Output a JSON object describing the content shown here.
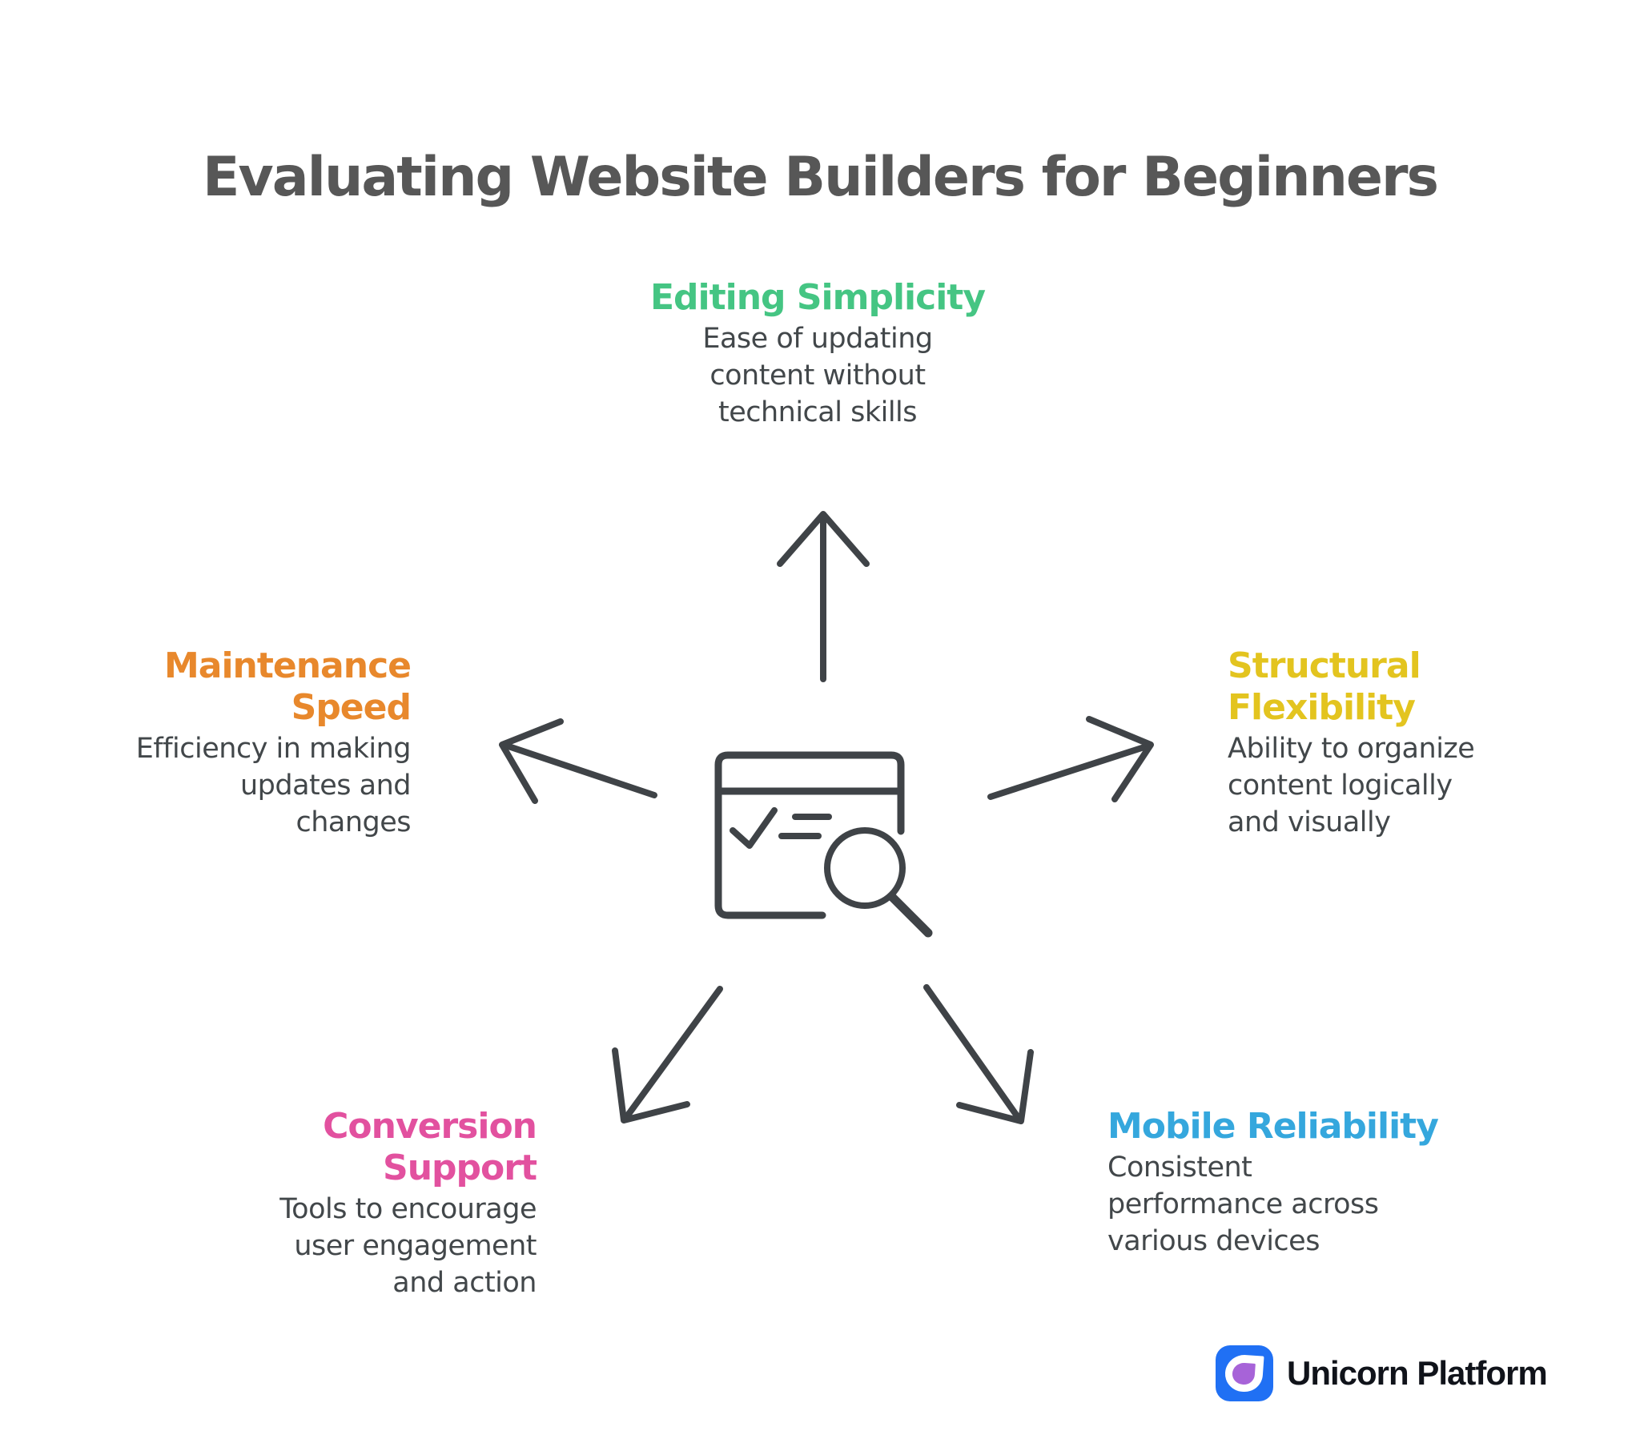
{
  "title": "Evaluating Website Builders for Beginners",
  "nodes": {
    "editing": {
      "label": "Editing Simplicity",
      "description": "Ease of updating\ncontent without\ntechnical skills",
      "color": "#45c583",
      "position": "top"
    },
    "maintenance": {
      "label": "Maintenance\nSpeed",
      "description": "Efficiency in making\nupdates and\nchanges",
      "color": "#e8882c",
      "position": "left"
    },
    "structural": {
      "label": "Structural\nFlexibility",
      "description": "Ability to organize\ncontent logically\nand visually",
      "color": "#e3c41f",
      "position": "right"
    },
    "conversion": {
      "label": "Conversion\nSupport",
      "description": "Tools to encourage\nuser engagement\nand action",
      "color": "#e2519f",
      "position": "bottom-left"
    },
    "mobile": {
      "label": "Mobile Reliability",
      "description": "Consistent\nperformance across\nvarious devices",
      "color": "#35a7dd",
      "position": "bottom-right"
    }
  },
  "center_icon": "browser-checklist-magnifier",
  "branding": {
    "name": "Unicorn Platform",
    "logo_blue": "#2070f4",
    "logo_purple": "#a763d8"
  },
  "stroke_color": "#3f4347"
}
